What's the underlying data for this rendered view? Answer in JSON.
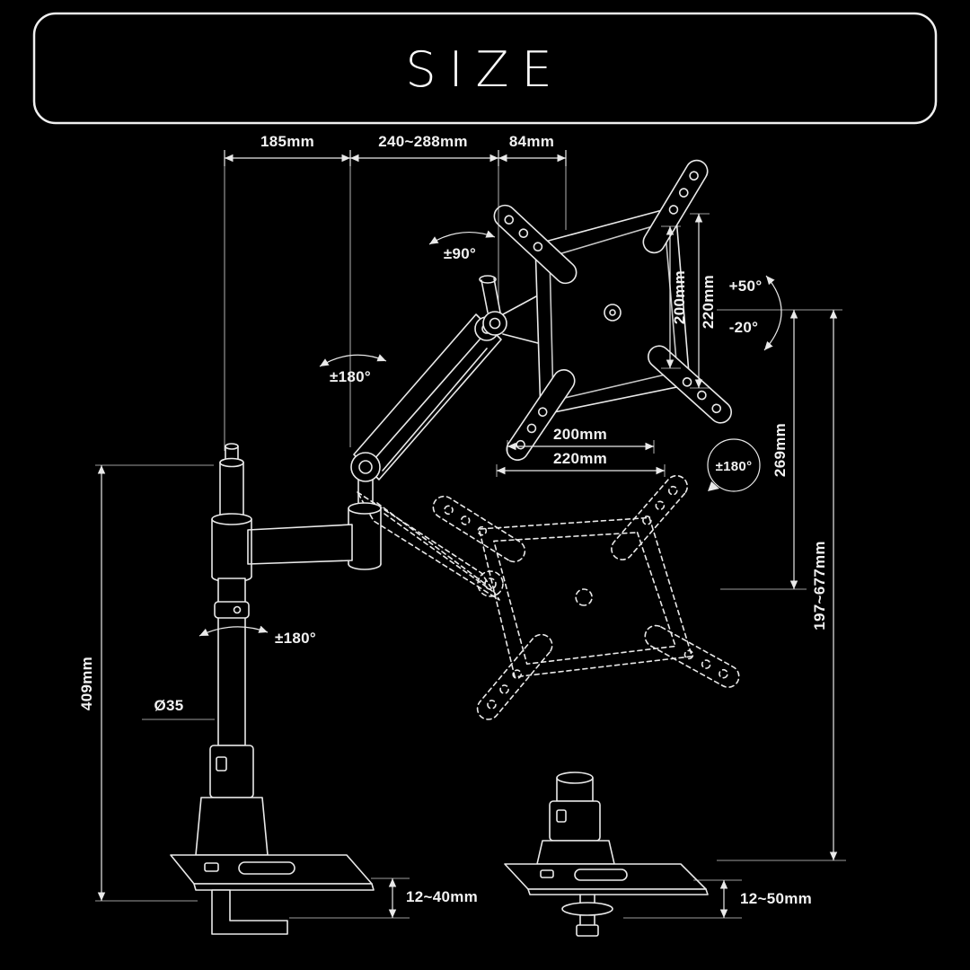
{
  "title": "SIZE",
  "colors": {
    "background": "#000000",
    "line": "#e9e9e9",
    "text": "#f2f2f2"
  },
  "dims": {
    "arm_seg1": "185mm",
    "arm_seg2": "240~288mm",
    "head_offset": "84mm",
    "head_swivel": "±90°",
    "vesa_v_inner": "200mm",
    "vesa_v_outer": "220mm",
    "tilt_up": "+50°",
    "tilt_down": "-20°",
    "spring_rotation": "±180°",
    "vesa_h_inner": "200mm",
    "vesa_h_outer": "220mm",
    "screen_rotation": "±180°",
    "lift_stroke": "269mm",
    "height_range": "197~677mm",
    "arm_rotation": "±180°",
    "pole_height": "409mm",
    "pole_diameter": "Ø35",
    "clamp_range": "12~40mm",
    "grommet_range": "12~50mm"
  }
}
